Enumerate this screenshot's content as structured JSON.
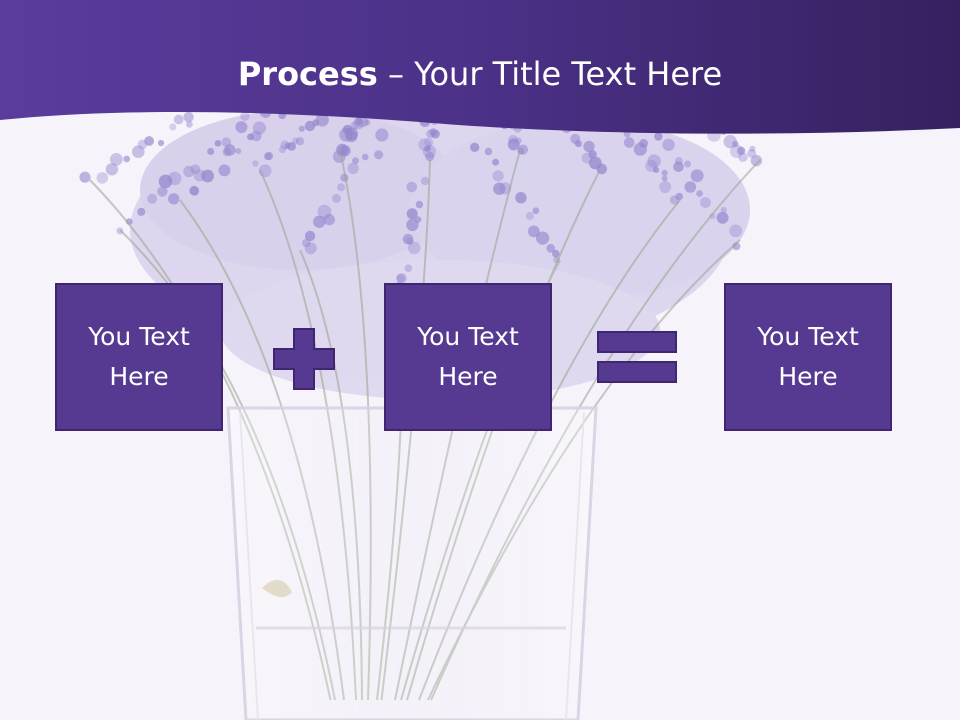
{
  "slide": {
    "title_bold": "Process",
    "title_rest": " – Your Title Text Here",
    "boxes": [
      {
        "label": "You Text Here"
      },
      {
        "label": "You Text Here"
      },
      {
        "label": "You Text Here"
      }
    ],
    "operators": [
      "plus",
      "equals"
    ],
    "colors": {
      "header_band": "#4b3187",
      "box_fill": "#563a92",
      "box_border": "#3f2670",
      "background": "#f6f3fa",
      "lavender_flowers": "#7e6cc4"
    },
    "background_image": "faded lavender bouquet in glass vase"
  }
}
